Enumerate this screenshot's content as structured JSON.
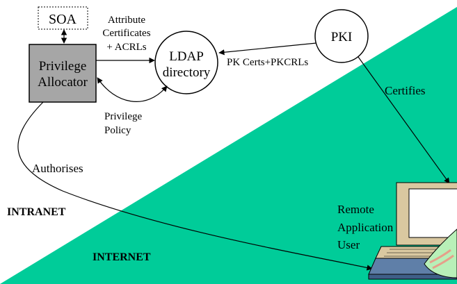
{
  "colors": {
    "internet": "#00cc99",
    "allocator_fill": "#a6a6a6",
    "laptop_body": "#d9c8a0",
    "laptop_screen": "#ffffff",
    "laptop_base": "#5f7fa8",
    "hand": "#b8f0b8",
    "hand_stripe": "#e6a08a"
  },
  "nodes": {
    "soa": "SOA",
    "privilege_allocator": [
      "Privilege",
      "Allocator"
    ],
    "ldap": [
      "LDAP",
      "directory"
    ],
    "pki": "PKI"
  },
  "edges": {
    "attribute_certs": [
      "Attribute",
      "Certificates",
      "+ ACRLs"
    ],
    "pk_certs": "PK Certs+PKCRLs",
    "certifies": "Certifies",
    "privilege_policy": [
      "Privilege",
      "Policy"
    ],
    "authorises": "Authorises"
  },
  "zones": {
    "intranet": "INTRANET",
    "internet": "INTERNET"
  },
  "user": [
    "Remote",
    "Application",
    "User"
  ]
}
